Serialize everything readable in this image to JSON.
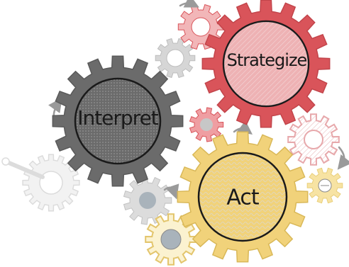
{
  "gears": {
    "interpret": {
      "label": "Interpret",
      "color": "#6b6b6b"
    },
    "strategize": {
      "label": "Strategize",
      "color": "#d9545a"
    },
    "act": {
      "label": "Act",
      "color": "#f1d27a"
    }
  },
  "palette": {
    "gray_light": "#c9c9c9",
    "pink_light": "#f2b6b8",
    "yellow_light": "#f7e3a3",
    "arrow": "#9a9a9a",
    "hub": "#c7c7c7"
  }
}
